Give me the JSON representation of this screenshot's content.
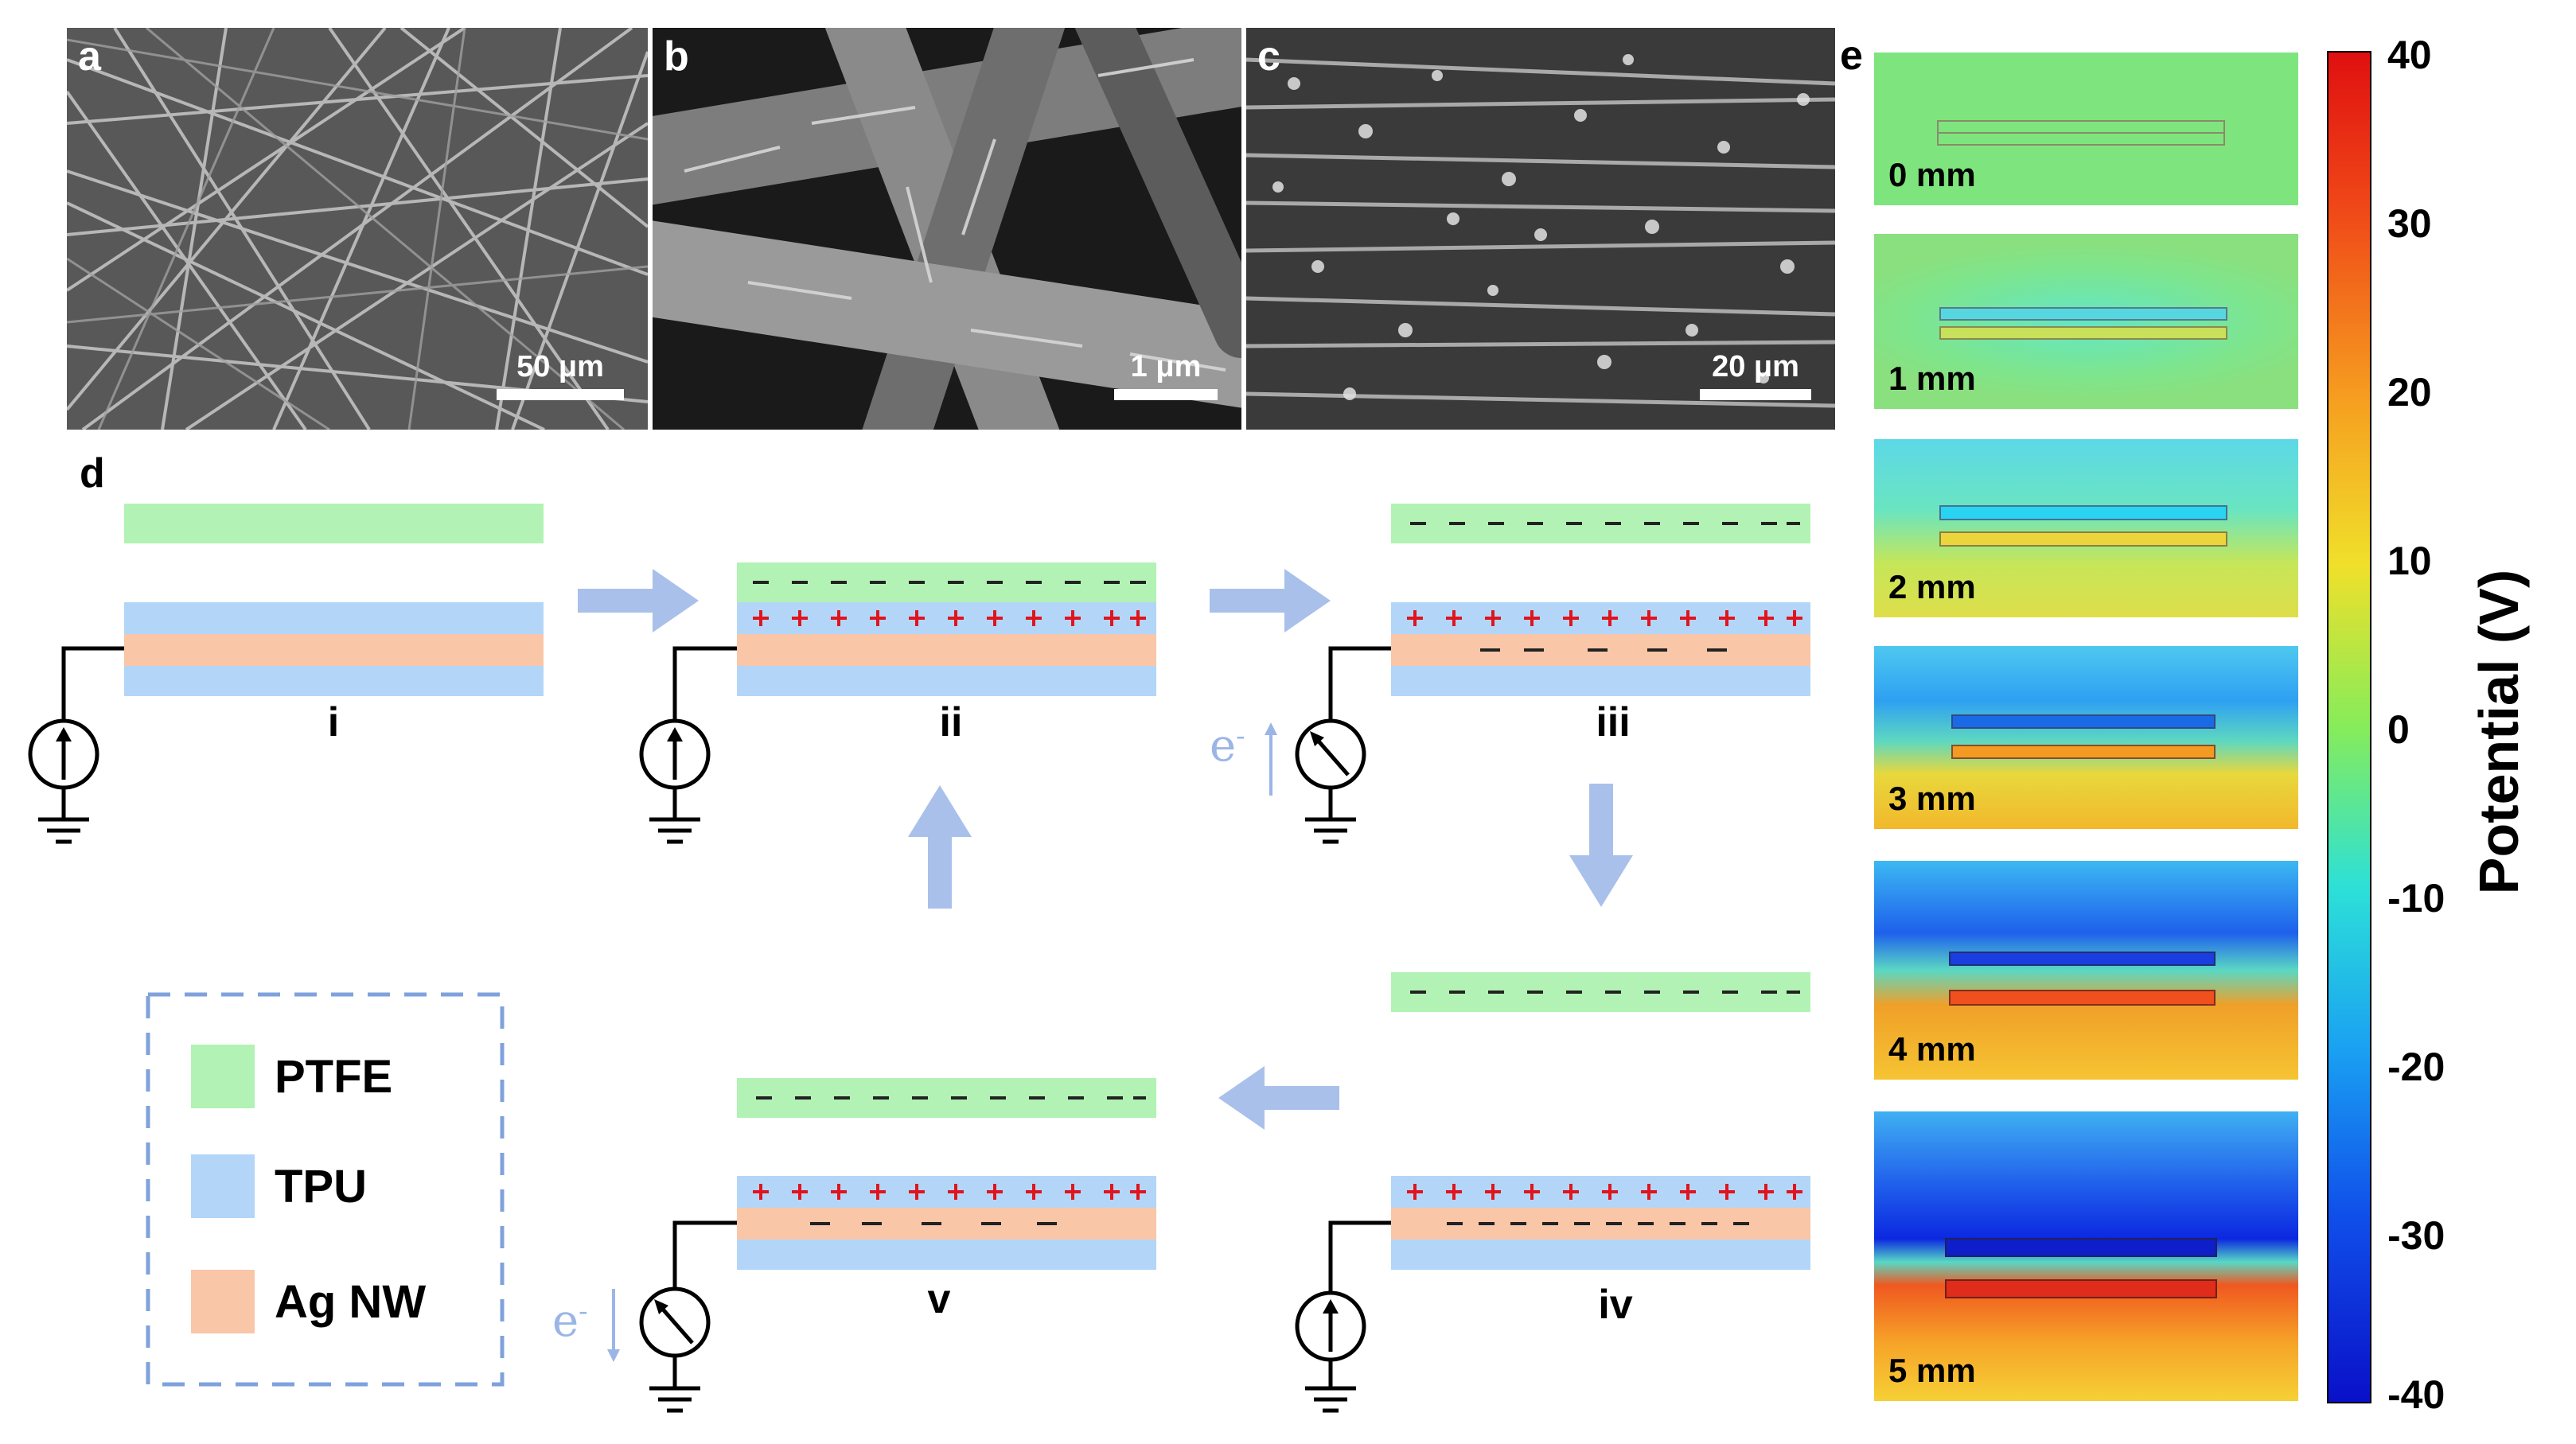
{
  "panels": {
    "a": {
      "letter": "a",
      "scale": "50 μm"
    },
    "b": {
      "letter": "b",
      "scale": "1 μm"
    },
    "c": {
      "letter": "c",
      "scale": "20 μm"
    },
    "d": {
      "letter": "d"
    },
    "e": {
      "letter": "e"
    }
  },
  "stages": [
    "i",
    "ii",
    "iii",
    "iv",
    "v"
  ],
  "electron_label": "e",
  "electron_sup": "-",
  "legend": [
    {
      "label": "PTFE",
      "color": "#b2f2b4"
    },
    {
      "label": "TPU",
      "color": "#b3d6f8"
    },
    {
      "label": "Ag NW",
      "color": "#f9c6a8"
    }
  ],
  "simulations": [
    "0 mm",
    "1 mm",
    "2 mm",
    "3 mm",
    "4 mm",
    "5 mm"
  ],
  "colorbar": {
    "title": "Potential (V)",
    "ticks": [
      "40",
      "30",
      "20",
      "10",
      "0",
      "-10",
      "-20",
      "-30",
      "-40"
    ],
    "range": [
      -40,
      40
    ]
  },
  "colors": {
    "plus": "#e0141e",
    "minus": "#222222",
    "arrow": "#9bb5e6",
    "legend_border": "#7fa2dc"
  }
}
